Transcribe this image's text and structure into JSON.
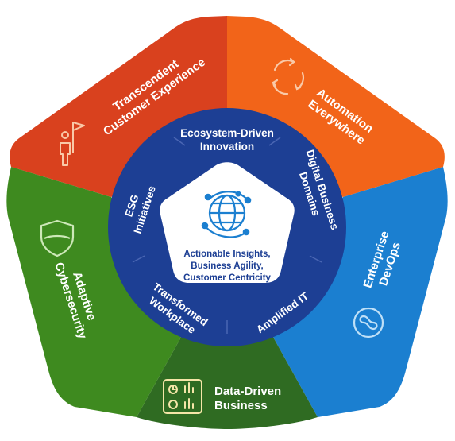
{
  "center": {
    "lines": [
      "Actionable Insights,",
      "Business Agility,",
      "Customer Centricity"
    ]
  },
  "inner_ring": [
    {
      "id": "ecosystem",
      "lines": [
        "Ecosystem-Driven",
        "Innovation"
      ]
    },
    {
      "id": "digital",
      "lines": [
        "Digital Business",
        "Domains"
      ]
    },
    {
      "id": "amplified",
      "lines": [
        "Amplified IT"
      ]
    },
    {
      "id": "workplace",
      "lines": [
        "Transformed",
        "Workplace"
      ]
    },
    {
      "id": "esg",
      "lines": [
        "ESG",
        "Initiatives"
      ]
    }
  ],
  "outer_segments": [
    {
      "id": "cx",
      "lines": [
        "Transcendent",
        "Customer Experience"
      ],
      "color": "#D9411E",
      "icon": "person-flag-icon"
    },
    {
      "id": "automation",
      "lines": [
        "Automation",
        "Everywhere"
      ],
      "color": "#F26419",
      "icon": "cycle-arrows-icon"
    },
    {
      "id": "devops",
      "lines": [
        "Enterprise",
        "DevOps"
      ],
      "color": "#1B7FD0",
      "icon": "infinity-loop-icon"
    },
    {
      "id": "data",
      "lines": [
        "Data-Driven",
        "Business"
      ],
      "color": "#2F6B22",
      "icon": "dashboard-icon"
    },
    {
      "id": "cyber",
      "lines": [
        "Adaptive",
        "Cybersecurity"
      ],
      "color": "#3E8A1F",
      "icon": "shield-icon"
    }
  ],
  "colors": {
    "ring": "#1D3F94",
    "ring_divider": "#4A66B3",
    "center_bg": "#FFFFFF",
    "center_text": "#1D3F94",
    "center_icon": "#1B7FD0",
    "segment_text": "#FFFFFF",
    "icon_tint": "#F9C9A8"
  }
}
